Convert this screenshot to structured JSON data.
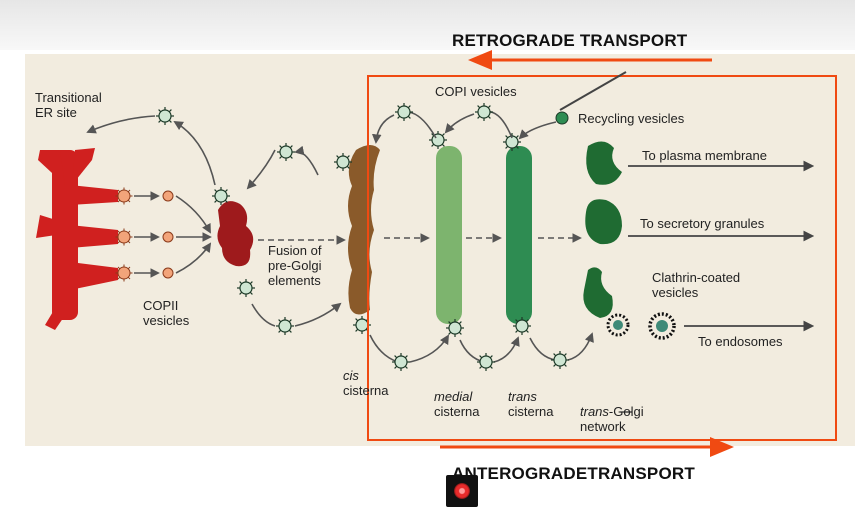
{
  "title_top": "RETROGRADE TRANSPORT",
  "title_bottom": "ANTEROGRADETRANSPORT",
  "labels": {
    "transitional_er_1": "Transitional",
    "transitional_er_2": "ER site",
    "copii_1": "COPII",
    "copii_2": "vesicles",
    "fusion_1": "Fusion of",
    "fusion_2": "pre-Golgi",
    "fusion_3": "elements",
    "copi": "COPI vesicles",
    "recycling": "Recycling vesicles",
    "to_plasma": "To plasma membrane",
    "to_secretory": "To secretory granules",
    "clathrin_1": "Clathrin-coated",
    "clathrin_2": "vesicles",
    "to_endosomes": "To endosomes",
    "cis_1": "cis",
    "cis_2": "cisterna",
    "medial_1": "medial",
    "medial_2": "cisterna",
    "trans_1": "trans",
    "trans_2": "cisterna",
    "tgn_italic": "trans",
    "tgn_rest": "-Golgi",
    "tgn_2": "network"
  },
  "colors": {
    "er": "#d0201f",
    "pre_golgi": "#9e1a1c",
    "cis": "#8a5a2a",
    "medial": "#7db46e",
    "trans": "#2e8c52",
    "tgn": "#1f6b32",
    "highlight_arrow": "#f04a12",
    "panel": "#f2ecdf"
  }
}
